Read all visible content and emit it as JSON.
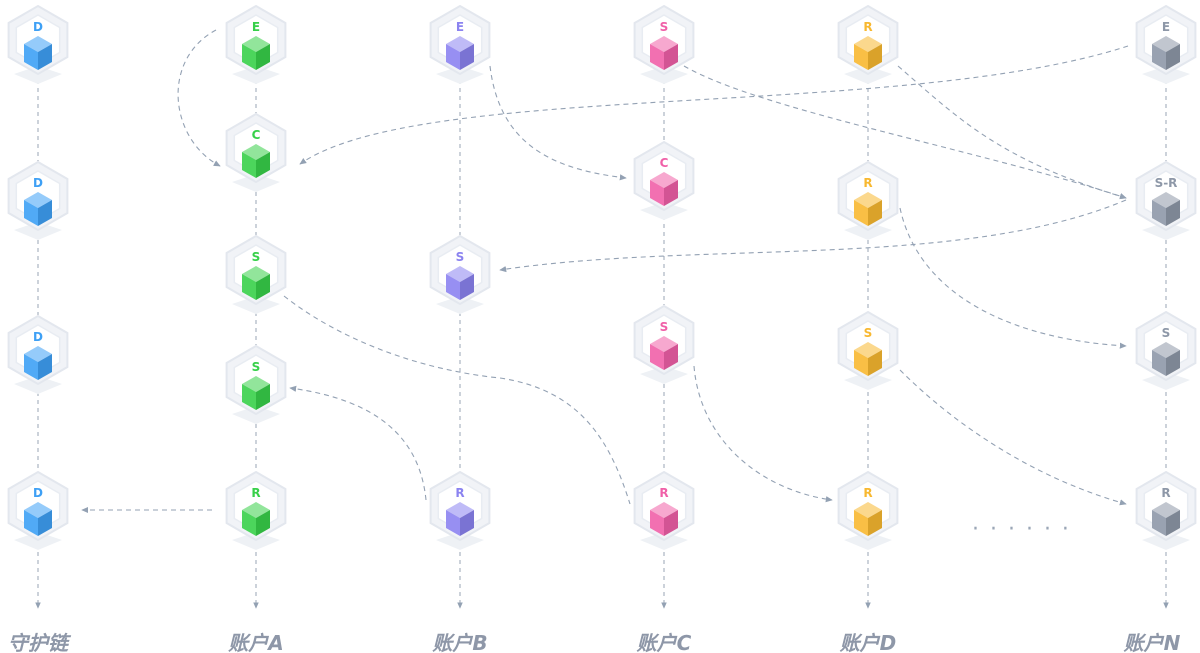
{
  "columns": [
    {
      "label": "守护链",
      "color": "#3ea0f5",
      "nodes": [
        "D",
        "D",
        "D",
        "D"
      ]
    },
    {
      "label": "账户A",
      "color": "#38d04a",
      "nodes": [
        "E",
        "C",
        "S",
        "S",
        "R"
      ]
    },
    {
      "label": "账户B",
      "color": "#8b83f0",
      "nodes": [
        "E",
        "S",
        "R"
      ]
    },
    {
      "label": "账户C",
      "color": "#f060a8",
      "nodes": [
        "S",
        "C",
        "S",
        "R"
      ]
    },
    {
      "label": "账户D",
      "color": "#f8b830",
      "nodes": [
        "R",
        "R",
        "S",
        "R"
      ]
    },
    {
      "label": "账户N",
      "color": "#8e98a8",
      "nodes": [
        "E",
        "S-R",
        "S",
        "R"
      ]
    }
  ],
  "ellipsis": "· · · · · ·"
}
